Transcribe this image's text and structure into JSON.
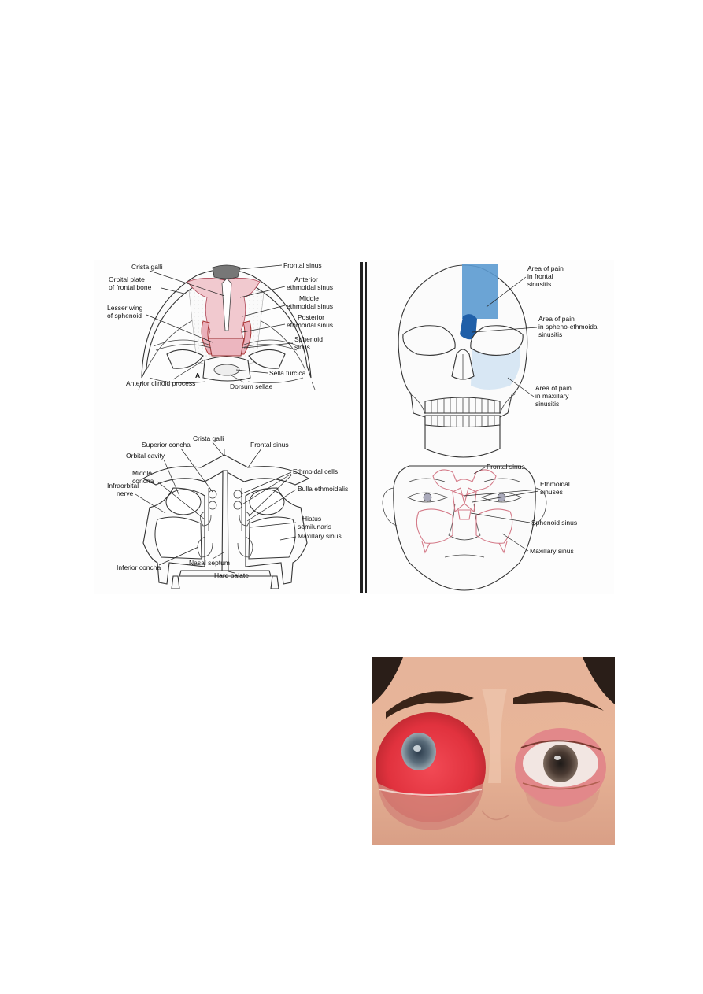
{
  "colors": {
    "sinus_pink": "#f1c9cf",
    "pain_blue": "#5b9ad0",
    "pain_dark_blue": "#1f5fa8",
    "divider": "#222222",
    "outline_pink": "#d47a88"
  },
  "panel_a": {
    "letter": "A",
    "labels": {
      "crista_galli": "Crista galli",
      "frontal_sinus": "Frontal sinus",
      "orbital_plate_1": "Orbital plate",
      "orbital_plate_2": "of frontal bone",
      "anterior_ethmoidal_1": "Anterior",
      "anterior_ethmoidal_2": "ethmoidal sinus",
      "middle_ethmoidal_1": "Middle",
      "middle_ethmoidal_2": "ethmoidal sinus",
      "lesser_wing_1": "Lesser wing",
      "lesser_wing_2": "of sphenoid",
      "posterior_ethmoidal_1": "Posterior",
      "posterior_ethmoidal_2": "ethmoidal sinus",
      "sphenoid_sinus_1": "Sphenoid",
      "sphenoid_sinus_2": "sinus",
      "sella_turcica": "Sella turcica",
      "anterior_clinoid": "Anterior clinoid process",
      "dorsum_sellae": "Dorsum sellae"
    }
  },
  "panel_b": {
    "labels": {
      "superior_concha": "Superior concha",
      "crista_galli": "Crista galli",
      "frontal_sinus": "Frontal sinus",
      "orbital_cavity": "Orbital cavity",
      "ethmoidal_cells": "Ethmoidal cells",
      "middle_concha_1": "Middle",
      "middle_concha_2": "concha",
      "bulla": "Bulla ethmoidalis",
      "infraorbital_1": "Infraorbital",
      "infraorbital_2": "nerve",
      "hiatus_1": "Hiatus",
      "hiatus_2": "semilunaris",
      "maxillary_sinus": "Maxillary sinus",
      "inferior_concha": "Inferior concha",
      "nasal_septum": "Nasal septum",
      "hard_palate": "Hard palate"
    }
  },
  "panel_c": {
    "labels": {
      "frontal_pain_1": "Area of pain",
      "frontal_pain_2": "in frontal",
      "frontal_pain_3": "sinusitis",
      "spheno_pain_1": "Area of pain",
      "spheno_pain_2": "in spheno-ethmoidal",
      "spheno_pain_3": "sinusitis",
      "maxillary_pain_1": "Area of pain",
      "maxillary_pain_2": "in maxillary",
      "maxillary_pain_3": "sinusitis"
    }
  },
  "panel_d": {
    "labels": {
      "frontal_sinus": "Frontal sinus",
      "ethmoidal_1": "Ethmoidal",
      "ethmoidal_2": "sinuses",
      "sphenoid_sinus": "Sphenoid sinus",
      "maxillary_sinus": "Maxillary sinus"
    }
  }
}
